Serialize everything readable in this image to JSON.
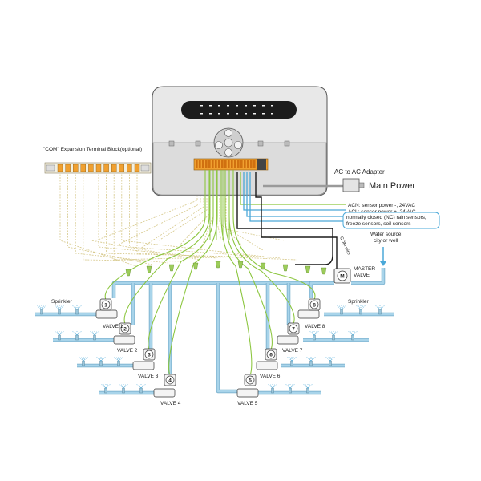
{
  "expansion_block_label": "\"COM\" Expansion Terminal Block(optional)",
  "ac_adapter_label": "AC to AC Adapter",
  "main_power_label": "Main Power",
  "acn_label": "ACN: sensor power -, 24VAC",
  "acl_label": "ACL: sensor power +, 24VAC",
  "sensor_box_lines": [
    "normally closed (NC) rain sensors,",
    "freeze sensors, soil sensors"
  ],
  "com_wire_label": "COM wire",
  "water_source_lines": [
    "Water source:",
    "city or well"
  ],
  "master_valve_lines": [
    "MASTER",
    "VALVE"
  ],
  "master_valve_symbol": "M",
  "sprinkler_label": "Sprinkler",
  "valves": [
    {
      "number": "1",
      "label": "VALVE 1"
    },
    {
      "number": "2",
      "label": "VALVE 2"
    },
    {
      "number": "3",
      "label": "VALVE 3"
    },
    {
      "number": "4",
      "label": "VALVE 4"
    },
    {
      "number": "5",
      "label": "VALVE 5"
    },
    {
      "number": "6",
      "label": "VALVE 6"
    },
    {
      "number": "7",
      "label": "VALVE 7"
    },
    {
      "number": "8",
      "label": "VALVE 8"
    }
  ],
  "colors": {
    "pipe": "#a8d4ea",
    "pipe_edge": "#6fa9c8",
    "controller_body": "#e6e6e6",
    "display": "#1c1c1c",
    "wire_green": "#8cc63f",
    "wire_blue": "#4aa8d8",
    "wire_black": "#1a1a1a",
    "wire_dashed": "#d6c88a"
  }
}
